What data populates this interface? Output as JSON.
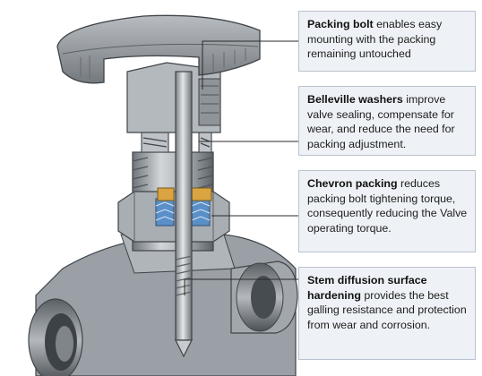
{
  "callouts": [
    {
      "id": "packing-bolt",
      "title": "Packing bolt",
      "text": " enables easy mounting with the packing remaining untouched"
    },
    {
      "id": "belleville-washers",
      "title": "Belleville washers",
      "text": " improve valve sealing, compensate for wear, and reduce the need for packing adjustment."
    },
    {
      "id": "chevron-packing",
      "title": "Chevron packing",
      "text": " reduces packing bolt tightening torque, consequently reducing the Valve operating torque."
    },
    {
      "id": "stem-diffusion",
      "title": "Stem diffusion surface hardening",
      "text": " provides the best galling resistance and protection from wear and corrosion."
    }
  ],
  "colors": {
    "steel_light": "#c4c8cc",
    "steel_mid": "#8c9196",
    "steel_dark": "#4f5459",
    "brass": "#d9a441",
    "packing_blue": "#5b8fc7",
    "callout_bg": "#eef1f5",
    "callout_border": "#b9c3cf",
    "leader_line": "#2a2a2a"
  },
  "icons": [
    "valve-cutaway-illustration"
  ]
}
